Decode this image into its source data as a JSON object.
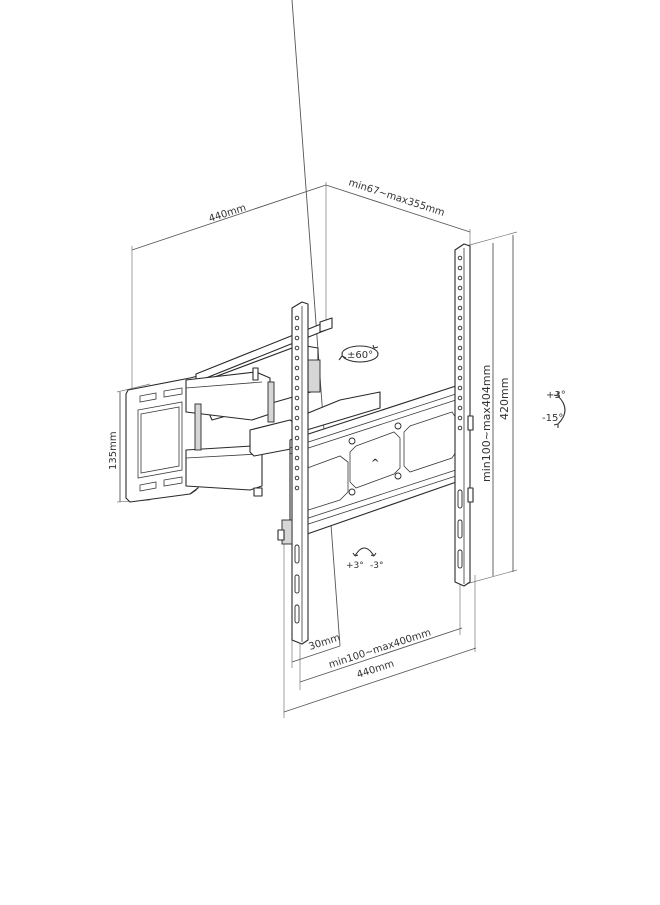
{
  "diagram": {
    "subject": "Full-motion TV wall mount bracket",
    "colors": {
      "background": "#ffffff",
      "line": "#2a2a2a",
      "dimension": "#555555",
      "shade": "#d6d6d6"
    },
    "dimensions": {
      "top_width": "440mm",
      "extension": "min67~max355mm",
      "wall_plate_height": "135mm",
      "vesa_vertical": "min100~max404mm",
      "rail_height": "420mm",
      "arm_width_bottom": "30mm",
      "vesa_horizontal": "min100~max400mm",
      "bottom_width": "440mm"
    },
    "rotation_labels": {
      "swivel": "±60°",
      "tilt_up": "+3°",
      "tilt_down": "-15°",
      "level_plus": "+3°",
      "level_minus": "-3°"
    },
    "center_mark": "^"
  }
}
